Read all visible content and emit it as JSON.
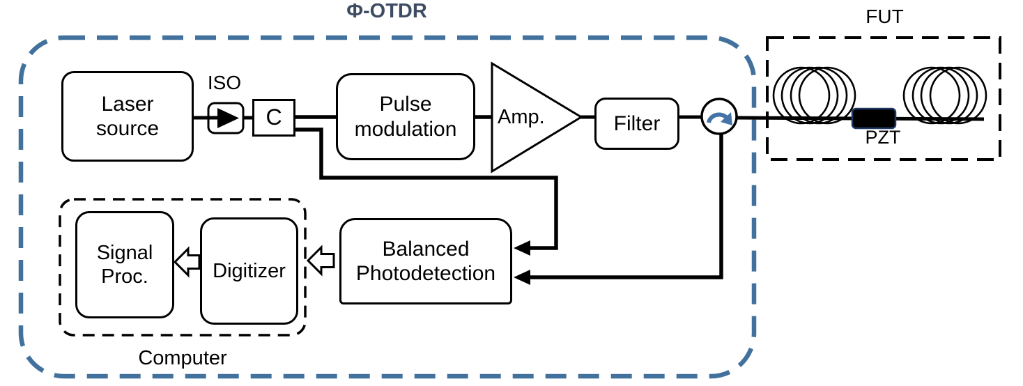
{
  "title": {
    "label": "Φ-OTDR"
  },
  "otdr": {
    "laser_source": [
      "Laser",
      "source"
    ],
    "iso_label": "ISO",
    "coupler_label": "C",
    "pulse_modulation": [
      "Pulse",
      "modulation"
    ],
    "amplifier_label": "Amp.",
    "filter_label": "Filter",
    "balanced_photodetection": [
      "Balanced",
      "Photodetection"
    ],
    "computer": {
      "label": "Computer",
      "signal_proc": [
        "Signal",
        "Proc."
      ],
      "digitizer_label": "Digitizer"
    }
  },
  "fut": {
    "label": "FUT",
    "pzt_label": "PZT"
  },
  "icons": {
    "isolator": "isolator-forward-arrow-icon",
    "circulator": "circulator-clockwise-arc-icon",
    "fiber_coil": "fiber-coil-loops-icon",
    "flow_arrow": "hollow-left-block-arrow-icon"
  },
  "colors": {
    "otdr_border": "#41719C",
    "title_text": "#3E4C63",
    "circulator_arrow": "#4473A8",
    "pzt_fill": "#000000",
    "pzt_border": "#1F3864",
    "line": "#000000"
  }
}
